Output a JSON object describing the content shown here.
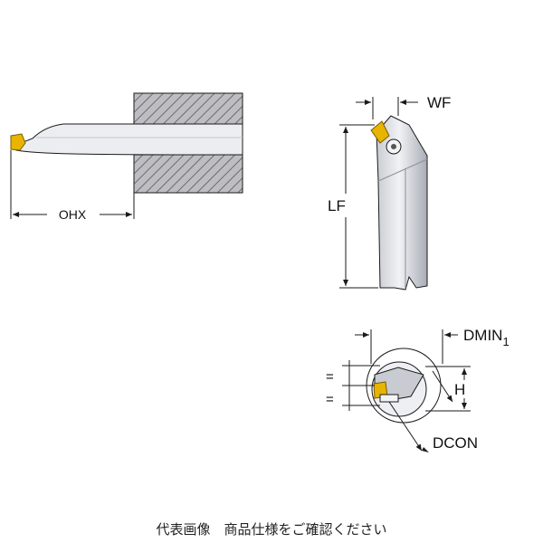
{
  "labels": {
    "ohx": "OHX",
    "wf": "WF",
    "lf": "LF",
    "dmin": "DMIN",
    "dmin_sub": "1",
    "h": "H",
    "dcon": "DCON",
    "eq_top": "=",
    "eq_bottom": "="
  },
  "caption": "代表画像　商品仕様をご確認ください",
  "colors": {
    "insert_gold": "#e8b400",
    "tool_gray": "#b9bcc3",
    "tool_light": "#e9eaee",
    "hatch": "#6c6c70",
    "line": "#1a1a1a"
  }
}
